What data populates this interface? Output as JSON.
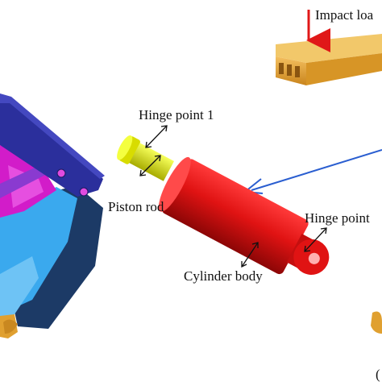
{
  "labels": {
    "impact_load": "Impact loa",
    "hinge_point_1": "Hinge point 1",
    "piston_rod": "Piston rod",
    "hinge_point_2": "Hinge point",
    "cylinder_body": "Cylinder body",
    "corner_glyph": "("
  },
  "colors": {
    "frame_blue": "#2b2f9c",
    "magenta": "#d21cc9",
    "light_blue": "#3aa9ee",
    "navy": "#1c3a66",
    "cylinder_red": "#e01313",
    "rod_yellow": "#e4e800",
    "bracket_orange": "#e0a030",
    "arrow_red": "#e01818",
    "arrow_blue": "#2a5ed0"
  }
}
